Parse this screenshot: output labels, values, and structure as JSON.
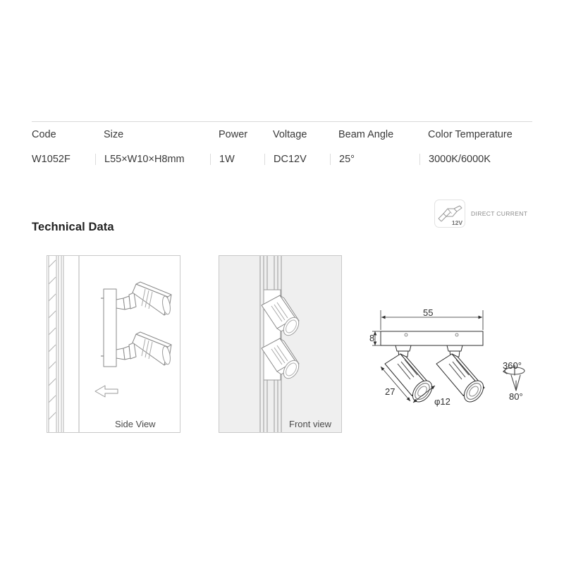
{
  "spec_table": {
    "columns": [
      "Code",
      "Size",
      "Power",
      "Voltage",
      "Beam Angle",
      "Color Temperature"
    ],
    "values": [
      "W1052F",
      "L55×W10×H8mm",
      "1W",
      "DC12V",
      "25°",
      "3000K/6000K"
    ]
  },
  "section": {
    "title": "Technical Data"
  },
  "dc_badge": {
    "icon": "dc-plug-icon",
    "voltage": "12V",
    "label": "DIRECT CURRENT"
  },
  "diagrams": {
    "side": {
      "label": "Side View",
      "icons": [
        "wall-hatching-icon",
        "mounting-plate-icon",
        "spotlight-icon",
        "left-arrow-icon"
      ]
    },
    "front": {
      "label": "Front view",
      "icons": [
        "track-rail-icon",
        "spotlight-icon"
      ]
    },
    "dimension": {
      "width": "55",
      "height": "8",
      "body_length": "27",
      "diameter": "φ12",
      "rotation_horizontal": "360°",
      "rotation_vertical": "80°",
      "icons": [
        "rotation-arrow-icon",
        "tilt-angle-icon"
      ]
    }
  },
  "colors": {
    "text": "#333333",
    "rule": "#d8d8d8",
    "divider": "#dcdcdc",
    "panel_border": "#c9c9c9",
    "panel_fill_front": "#efefef",
    "line": "#8a8a8a",
    "dim_line": "#2e2e2e"
  }
}
